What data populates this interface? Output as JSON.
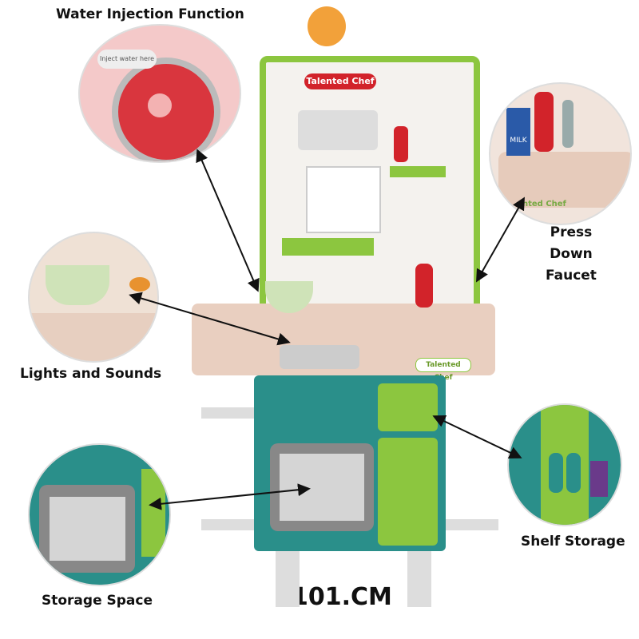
{
  "callouts": {
    "water_injection": "Water Injection Function",
    "inject_bubble": "Inject water here",
    "press_faucet": [
      "Press",
      "Down",
      "Faucet"
    ],
    "lights_sounds": "Lights and Sounds",
    "storage_space": "Storage Space",
    "shelf_storage": "Shelf Storage"
  },
  "product": {
    "brand_sign": "Talented Chef",
    "counter_sign": "Talented Chef",
    "sink_sign": "nted Chef",
    "milk_label": "MILK",
    "height": "101.CM"
  },
  "colors": {
    "green": "#8cc63f",
    "teal": "#2a8f8a",
    "beige": "#e9cfc0",
    "red": "#d2232a"
  }
}
